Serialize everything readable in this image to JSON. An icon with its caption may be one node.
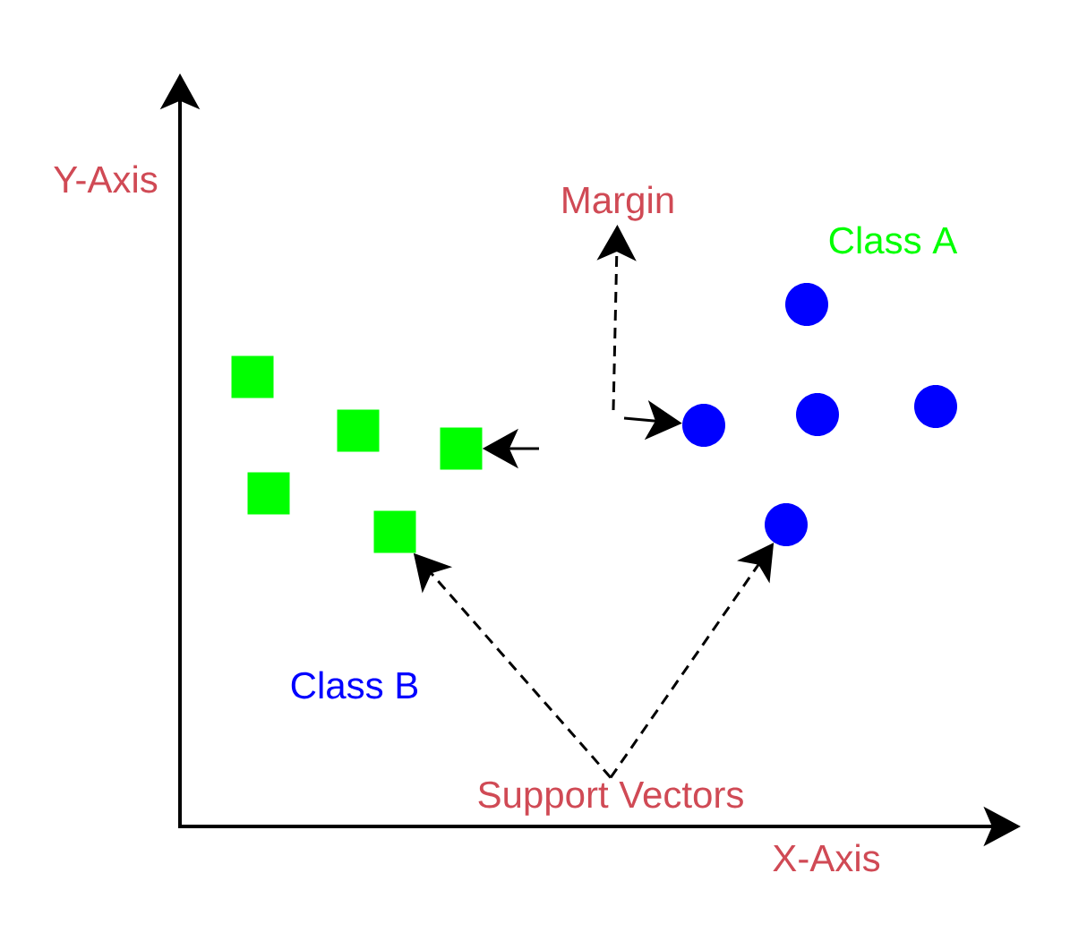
{
  "diagram": {
    "nodes": [
      {
        "text": [
          "Margin"
        ]
      },
      {
        "text": [],
        "shape": "circle"
      },
      {
        "text": [],
        "shape": "square"
      },
      {
        "text": [],
        "shape": "circle"
      },
      {
        "text": [],
        "shape": "circle"
      },
      {
        "text": [],
        "shape": "circle"
      },
      {
        "text": [],
        "shape": "square"
      },
      {
        "text": [],
        "shape": "square"
      },
      {
        "text": [],
        "shape": "square"
      },
      {
        "text": [],
        "shape": "circle"
      },
      {
        "text": [],
        "shape": "square"
      },
      {
        "text": [
          "Support Vectors"
        ]
      }
    ],
    "edges": [
      {
        "from": null,
        "to": 0,
        "arrow": "to",
        "style": "dashed"
      },
      {
        "from": null,
        "to": 7,
        "arrow": "to"
      },
      {
        "from": null,
        "to": 5,
        "arrow": "to"
      },
      {
        "from": 11,
        "to": 10,
        "arrow": "to",
        "style": "dashed"
      },
      {
        "from": 11,
        "to": 9,
        "arrow": "to",
        "style": "dashed"
      }
    ],
    "labels": [
      "Y-Axis",
      "Class A",
      "Class B",
      "X-Axis"
    ]
  }
}
